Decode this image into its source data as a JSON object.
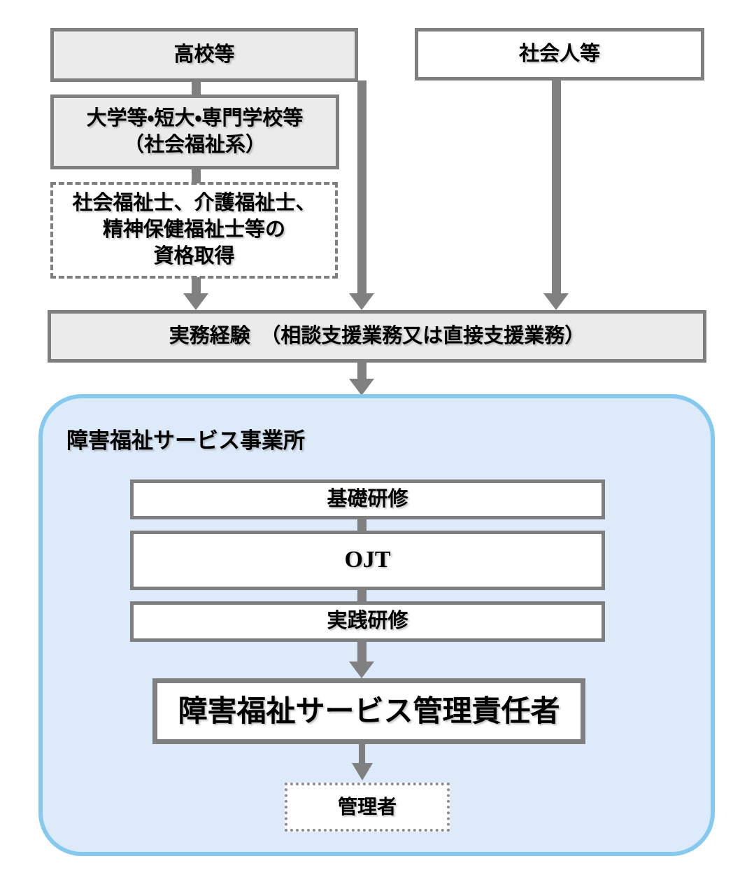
{
  "colors": {
    "box_border_gray": "#7f7f7f",
    "box_fill_gray": "#ebebeb",
    "box_fill_white": "#ffffff",
    "arrow_gray": "#808080",
    "container_fill_blue": "#dceafa",
    "container_border_blue": "#85c9ef",
    "text_black": "#000000"
  },
  "boxes": {
    "high_school": {
      "label": "高校等"
    },
    "working_adults": {
      "label": "社会人等"
    },
    "university": {
      "label": "大学等・短大・専門学校等\n（社会福祉系）"
    },
    "qualification": {
      "label": "社会福祉士、介護福祉士、\n精神保健福祉士等の\n資格取得"
    },
    "experience": {
      "label": "実務経験　（相談支援業務又は直接支援業務）"
    },
    "office": {
      "label": "障害福祉サービス事業所"
    },
    "basic_training": {
      "label": "基礎研修"
    },
    "ojt": {
      "label": "OJT"
    },
    "practical_training": {
      "label": "実践研修"
    },
    "service_manager": {
      "label": "障害福祉サービス管理責任者"
    },
    "administrator": {
      "label": "管理者"
    }
  }
}
